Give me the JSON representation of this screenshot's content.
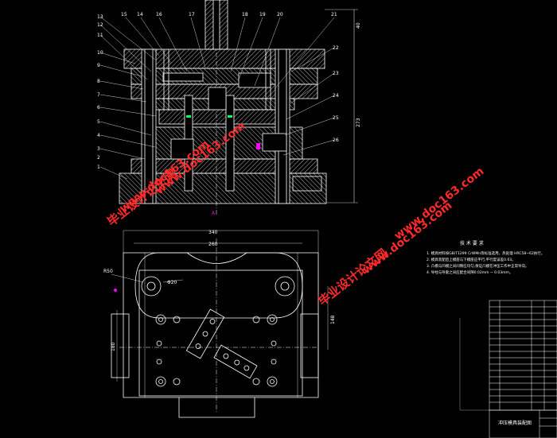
{
  "drawing": {
    "part_numbers_left": [
      "13",
      "12",
      "11",
      "10",
      "9",
      "8",
      "7",
      "6",
      "5",
      "4",
      "3",
      "2",
      "1"
    ],
    "part_numbers_top": [
      "15",
      "14",
      "16",
      "17",
      "18",
      "19",
      "20",
      "21"
    ],
    "part_numbers_right": [
      "22",
      "23",
      "24",
      "25",
      "26"
    ],
    "dimension_height": "273",
    "dimension_top_right": "40",
    "dimension_width_outer": "340",
    "dimension_width_inner": "260",
    "dimension_hole": "Φ20",
    "dimension_left_height": "180",
    "dimension_right_height": "148",
    "dimension_left_small": "R50",
    "center_label": "A"
  },
  "tech_requirements": {
    "title": "技 术 要 求",
    "items": [
      "1. 模具材料按GB/T1299 CrWMn等标准选用，热处理 HRC58~62执行。",
      "2. 模具装配后上模座与下模座应平行,平行度误差0.03。",
      "3. 凸模与凹模之间间隙应均匀,保证凸模在冲压工作中正常导向。",
      "4. 导柱与导套之间应配合间隙0.02mm ~ 0.03mm。"
    ]
  },
  "title_block": {
    "name": "冲压模具装配图"
  },
  "watermarks": {
    "site_cn": "毕业设计论文网",
    "site_url": "www.doc163.com"
  },
  "colors": {
    "background": "#000000",
    "lines": "#ffffff",
    "watermark": "#ff2a2a",
    "accent_magenta": "#ff00ff",
    "accent_green": "#00ff66"
  }
}
